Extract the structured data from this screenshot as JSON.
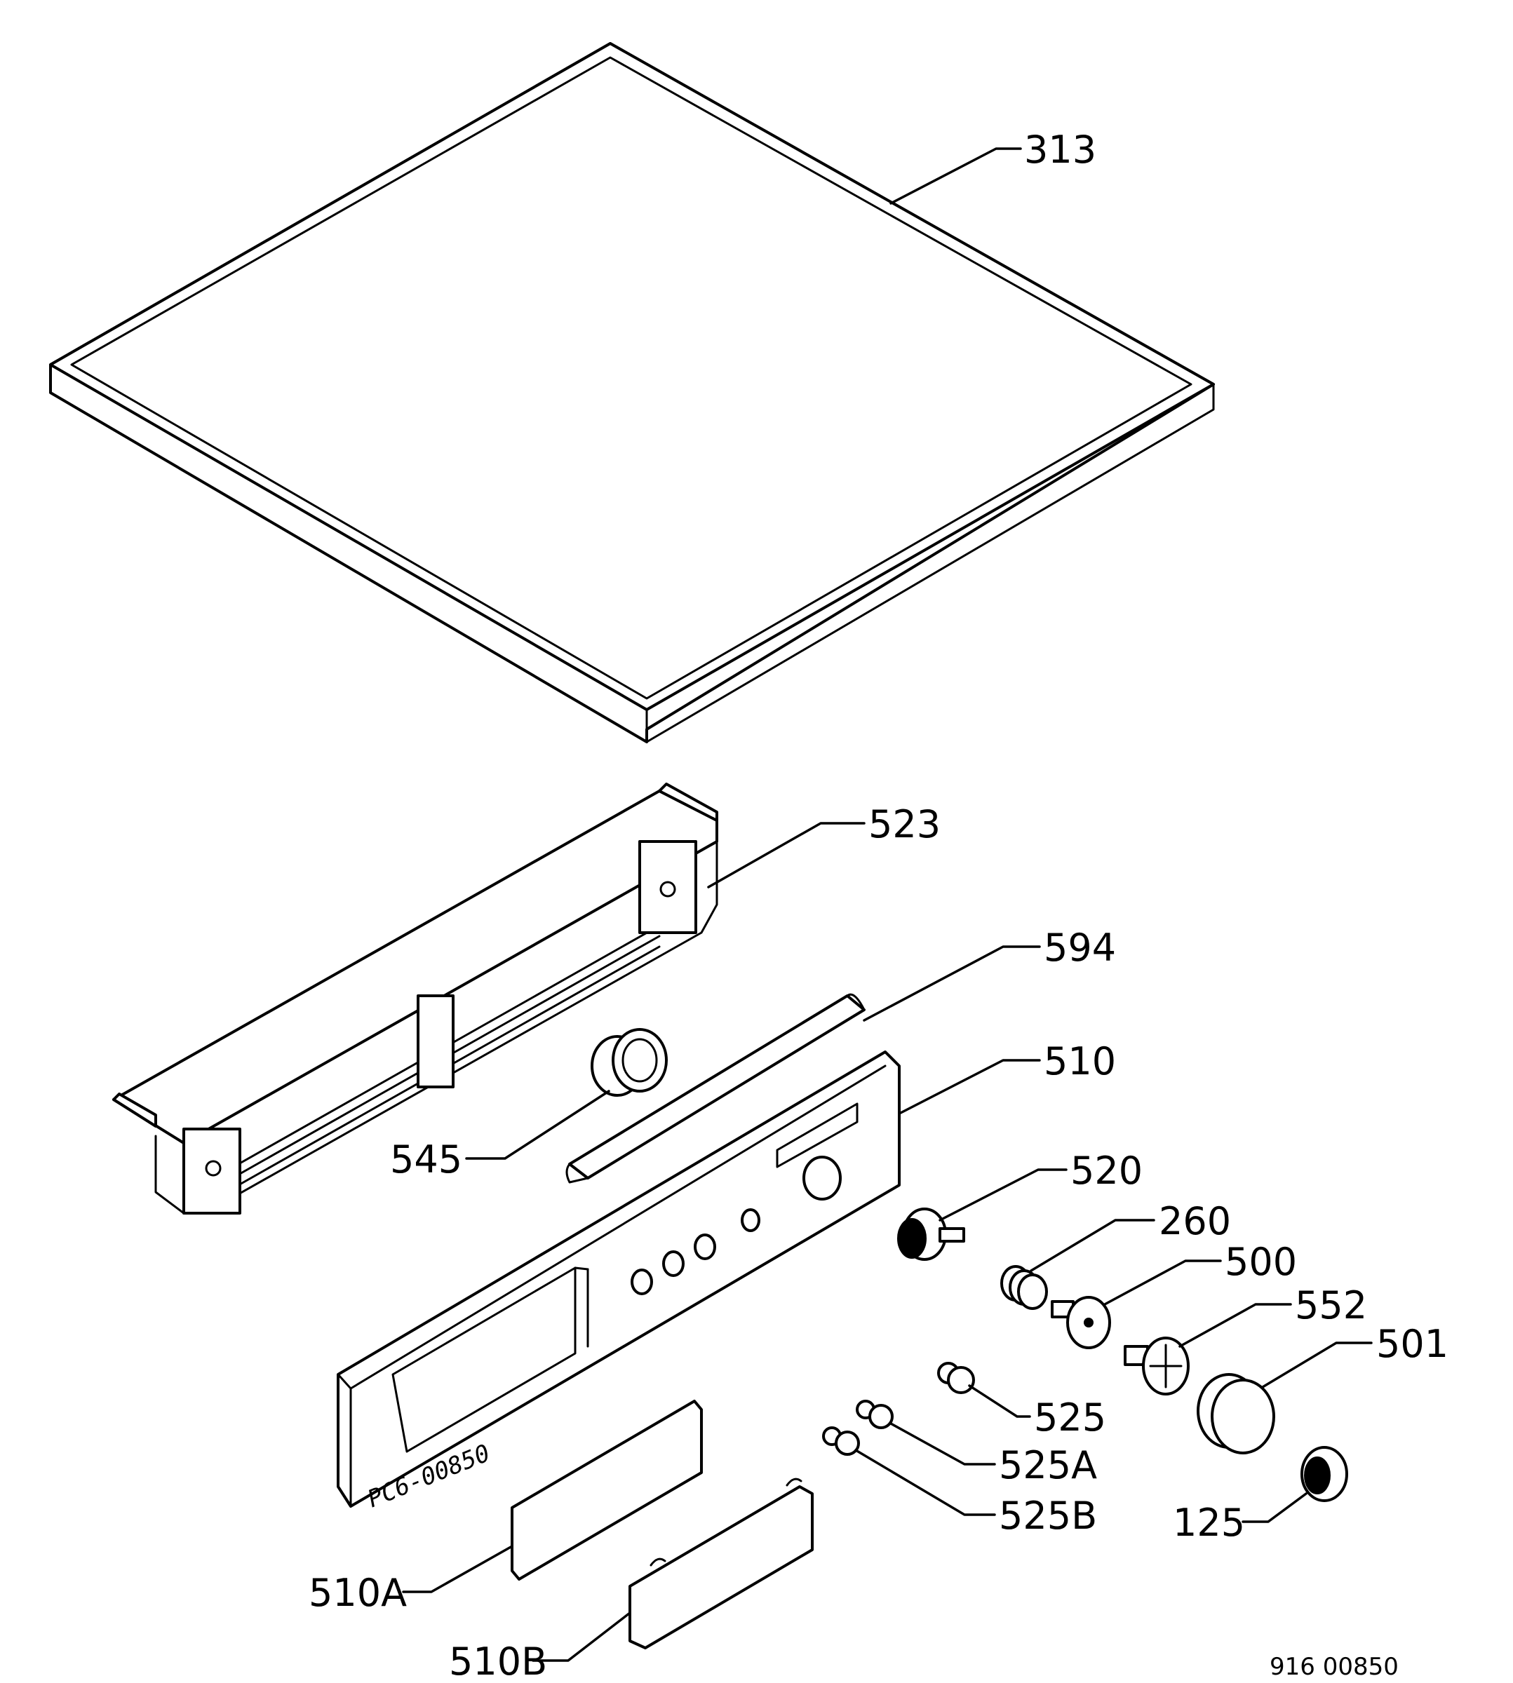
{
  "diagram": {
    "labels": {
      "p313": "313",
      "p523": "523",
      "p594": "594",
      "p510": "510",
      "p545": "545",
      "p520": "520",
      "p260": "260",
      "p500": "500",
      "p552": "552",
      "p501": "501",
      "p525": "525",
      "p525A": "525A",
      "p525B": "525B",
      "p125": "125",
      "p510A": "510A",
      "p510B": "510B"
    },
    "panel_stamp": "PC6-00850",
    "figure_code": "916 00850"
  }
}
